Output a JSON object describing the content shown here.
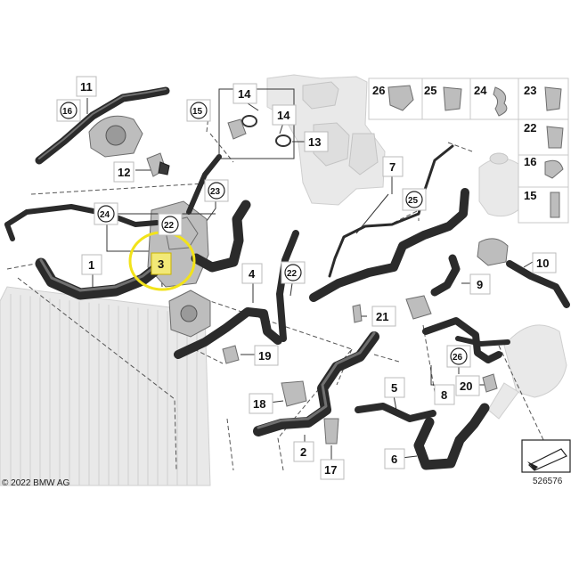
{
  "callouts": {
    "c1": "1",
    "c2": "2",
    "c3": "3",
    "c4": "4",
    "c5": "5",
    "c6": "6",
    "c7": "7",
    "c8": "8",
    "c9": "9",
    "c10": "10",
    "c11": "11",
    "c12": "12",
    "c13": "13",
    "c14a": "14",
    "c14b": "14",
    "c15": "15",
    "c16": "16",
    "c17": "17",
    "c18": "18",
    "c19": "19",
    "c20": "20",
    "c21": "21",
    "c22a": "22",
    "c22b": "22",
    "c23": "23",
    "c24": "24",
    "c25": "25",
    "c26": "26"
  },
  "legend": {
    "l26": "26",
    "l25": "25",
    "l24": "24",
    "l23": "23",
    "l22": "22",
    "l16": "16",
    "l15": "15"
  },
  "copyright": "© 2022 BMW AG",
  "diagram_number": "526576",
  "highlight": {
    "target": "3",
    "ring_color": "#f2e31a",
    "tag_color": "#f2e977"
  }
}
